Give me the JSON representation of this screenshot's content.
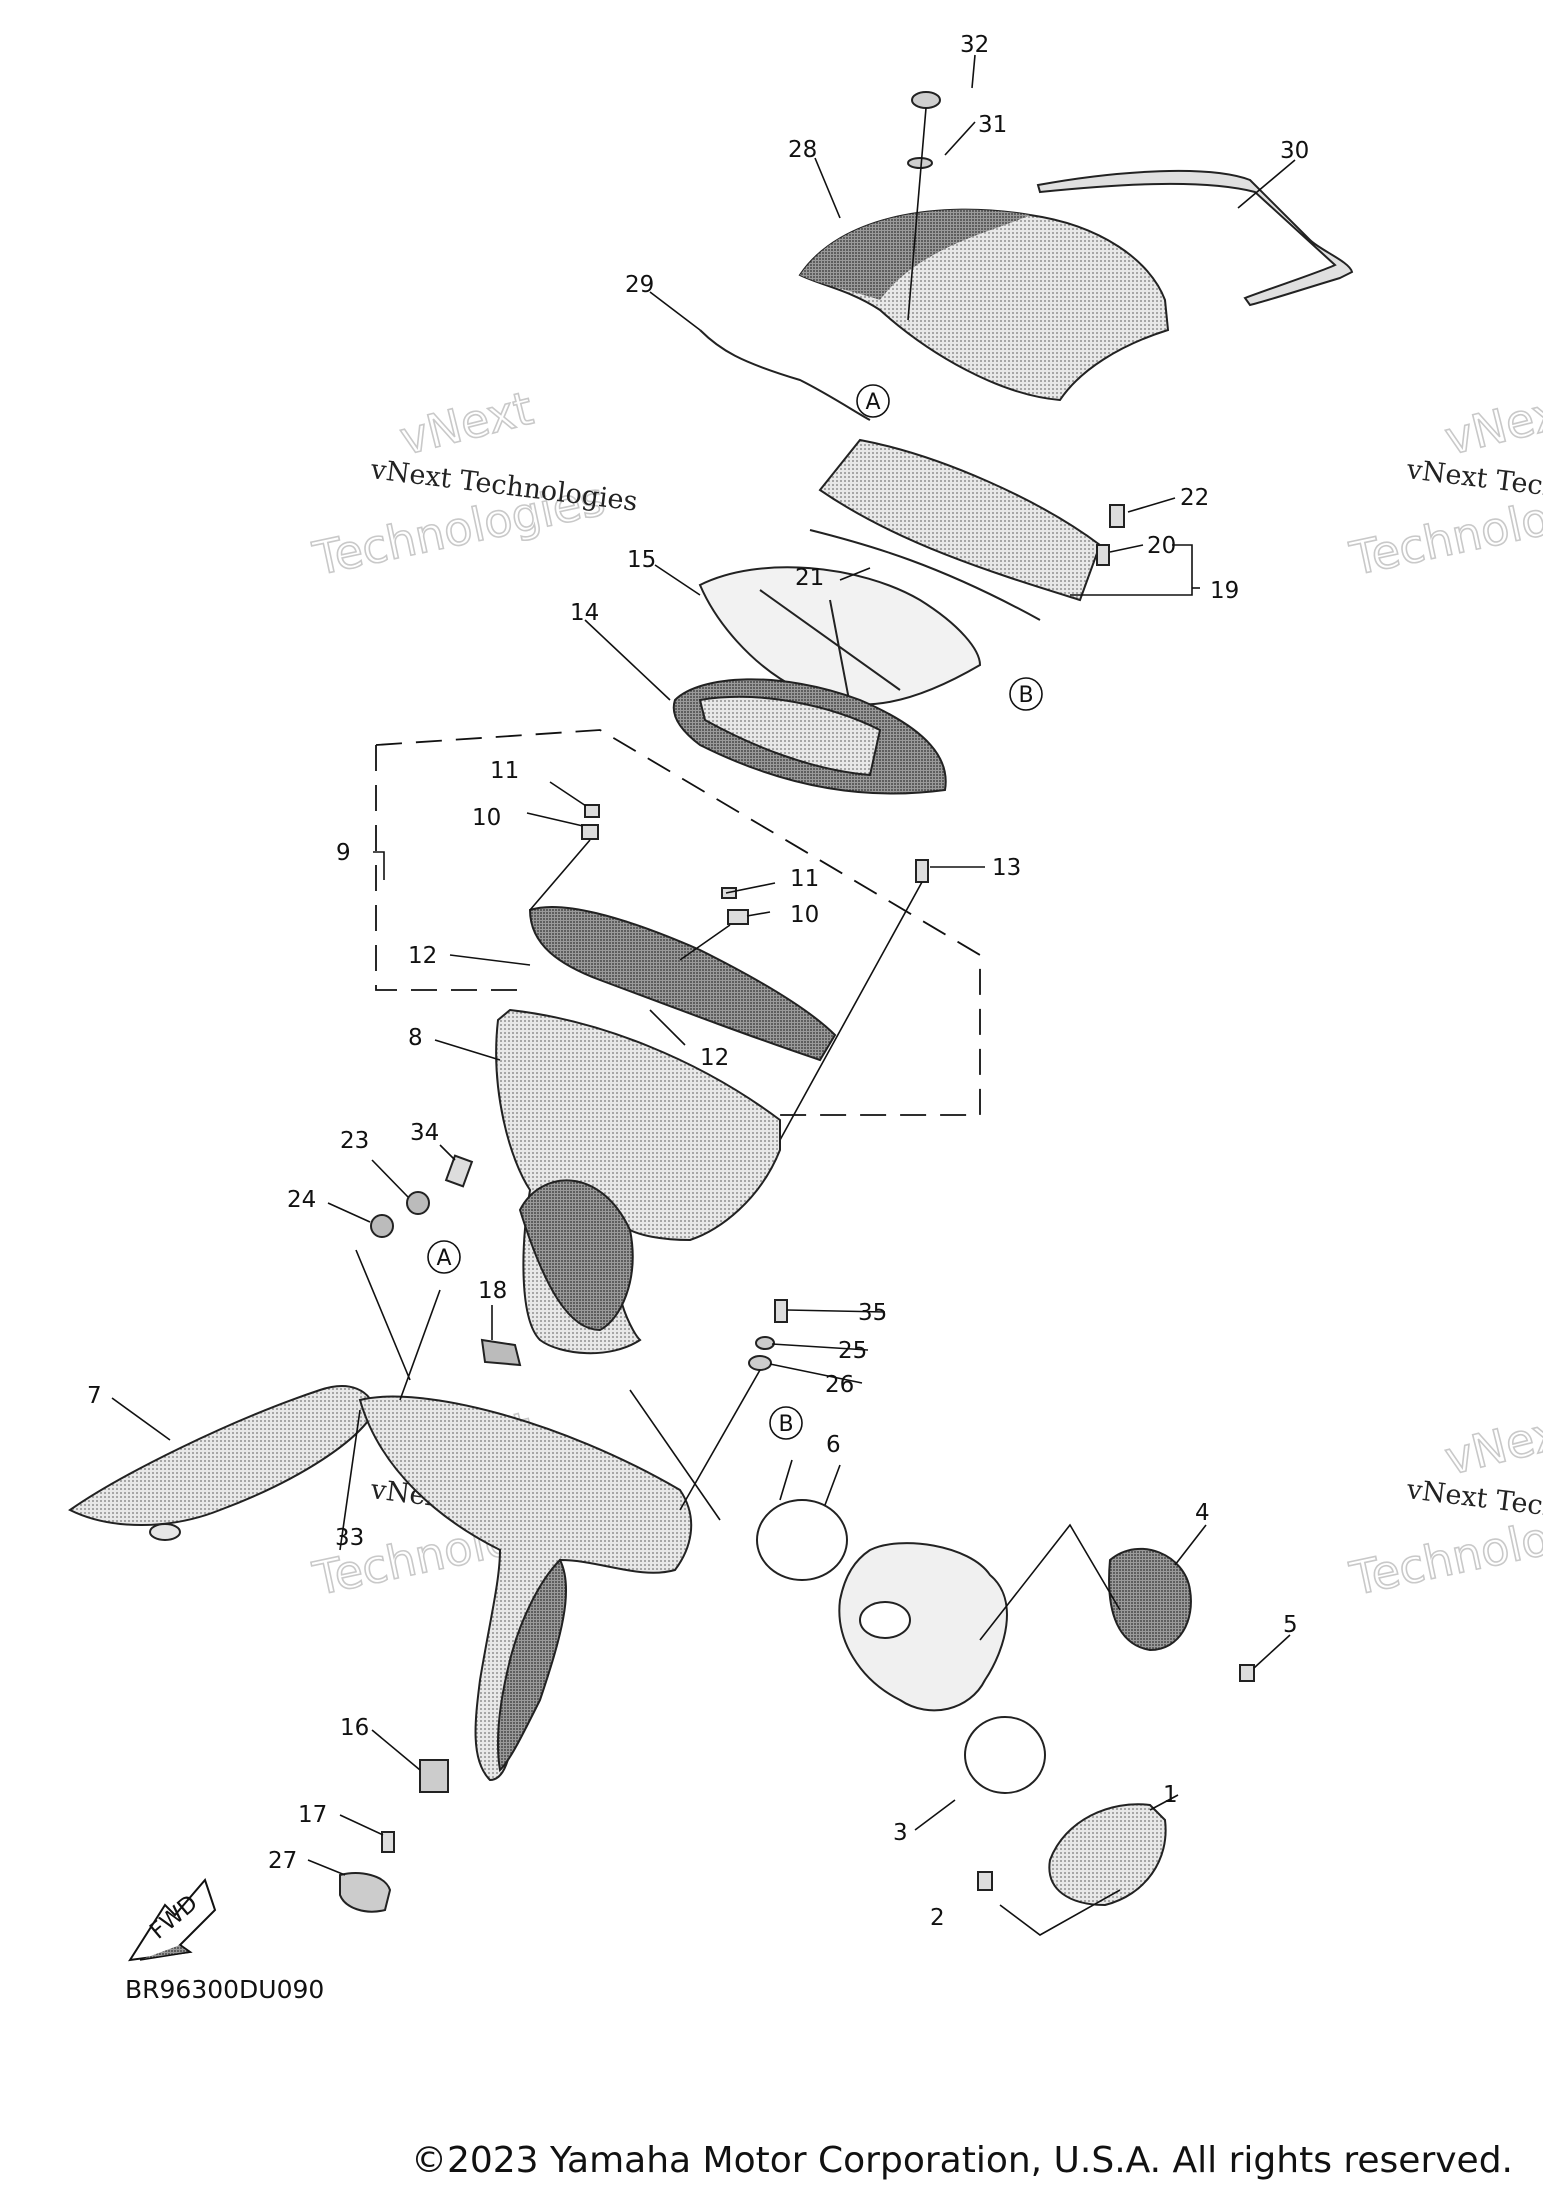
{
  "diagram": {
    "part_labels": [
      "1",
      "2",
      "3",
      "4",
      "5",
      "6",
      "7",
      "8",
      "9",
      "10",
      "10",
      "11",
      "11",
      "12",
      "12",
      "13",
      "14",
      "15",
      "16",
      "17",
      "18",
      "19",
      "20",
      "21",
      "22",
      "23",
      "24",
      "25",
      "26",
      "27",
      "28",
      "29",
      "30",
      "31",
      "32",
      "33",
      "34",
      "35"
    ],
    "ref_markers": [
      "A",
      "A",
      "B",
      "B"
    ],
    "fwd_arrow": "FWD",
    "diagram_code": "BR96300DU090",
    "watermark_primary": "vNext Technologies",
    "watermark_secondary_a": "vNext",
    "watermark_secondary_b": "Technologies",
    "copyright": "©2023 Yamaha Motor Corporation, U.S.A. All rights reserved.",
    "palette": {
      "ink": "#111111",
      "part_fill": "#d9d9d9",
      "part_dark": "#8a8a8a",
      "watermark_outline": "#c9c9c9"
    }
  }
}
